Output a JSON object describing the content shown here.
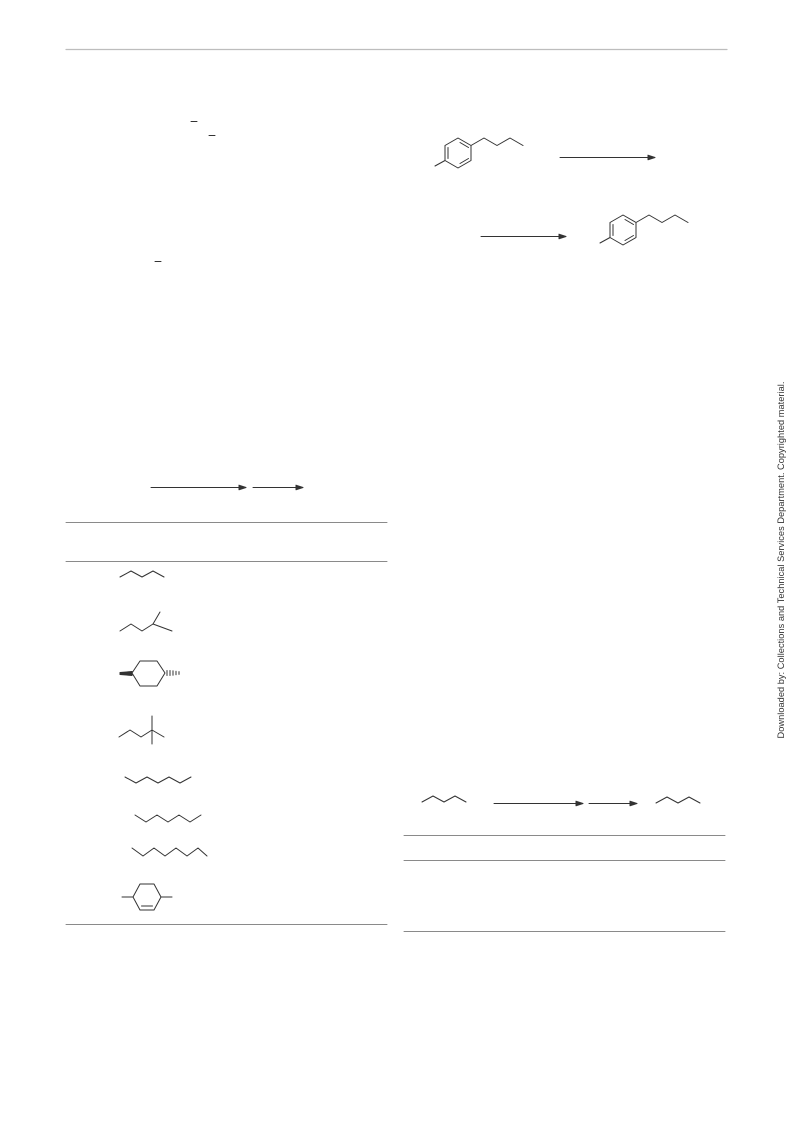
{
  "watermark": {
    "text": "Downloaded by: Collections and Technical Services Department. Copyrighted material."
  },
  "colors": {
    "rule": "#bdbdbd",
    "table_rule": "#8a8a8a",
    "ink": "#333333"
  },
  "icons": {
    "structures": [
      "aryl-butyl-structure",
      "butane-chain-structure",
      "methyl-pentane-structure",
      "cyclohexane-ring-structure",
      "dimethyl-pentane-structure",
      "hexane-chain-structure",
      "heptane-chain-structure",
      "octane-chain-structure",
      "para-xylene-structure"
    ]
  }
}
